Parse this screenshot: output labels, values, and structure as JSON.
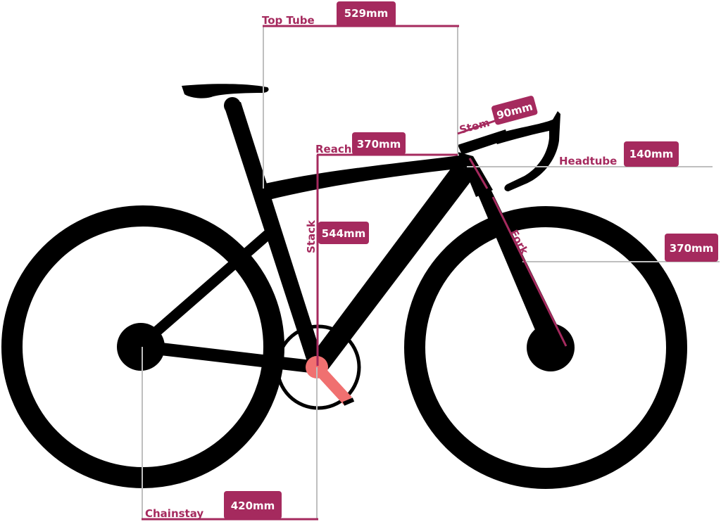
{
  "colors": {
    "accent": "#a52a5e",
    "frame": "#000000",
    "guide": "#bfbfbf",
    "crank": "#f07070",
    "badge_text": "#ffffff",
    "background": "#ffffff"
  },
  "measurements": {
    "top_tube": {
      "label": "Top Tube",
      "value": "529mm"
    },
    "stem": {
      "label": "Stem",
      "value": "90mm"
    },
    "reach": {
      "label": "Reach",
      "value": "370mm"
    },
    "headtube": {
      "label": "Headtube",
      "value": "140mm"
    },
    "stack": {
      "label": "Stack",
      "value": "544mm"
    },
    "fork": {
      "label": "Fork",
      "value": "370mm"
    },
    "chainstay": {
      "label": "Chainstay",
      "value": "420mm"
    }
  }
}
